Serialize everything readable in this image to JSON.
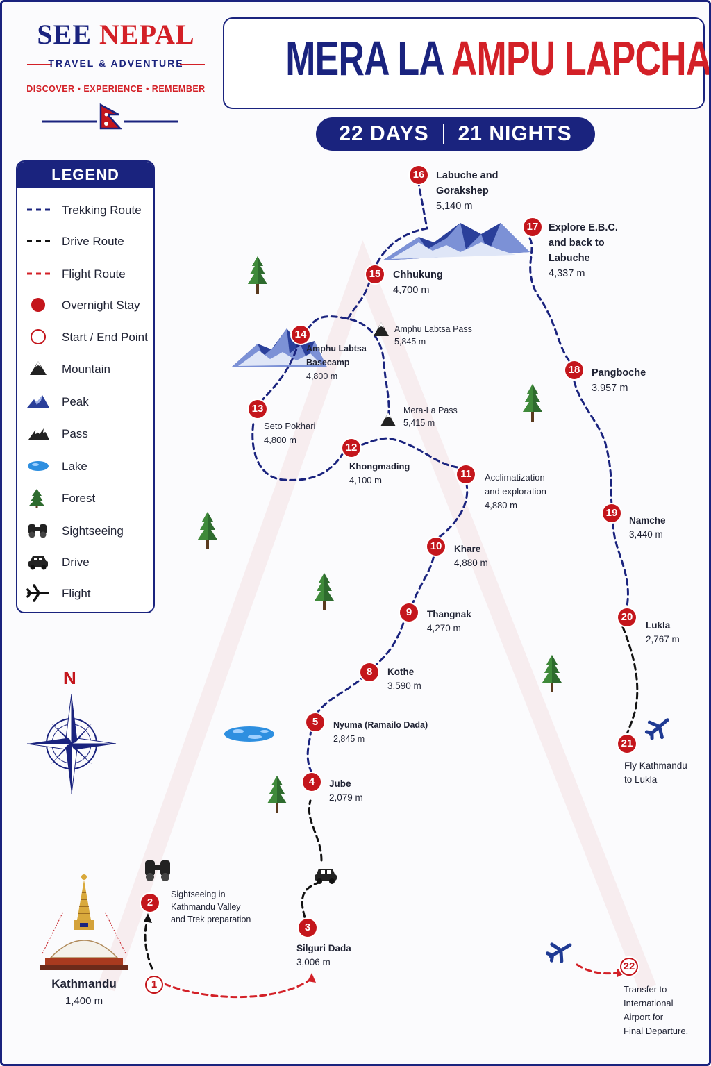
{
  "brand": {
    "name_part1": "SEE ",
    "name_part2": "NEPAL",
    "subtitle": "TRAVEL & ADVENTURE",
    "tagline": "DISCOVER • EXPERIENCE • REMEMBER"
  },
  "title": {
    "part1": "MERA LA ",
    "part2": "AMPU LAPCHA PASS TREK"
  },
  "duration": {
    "days": "22 DAYS",
    "nights": "21 NIGHTS"
  },
  "legend": {
    "heading": "LEGEND",
    "items": [
      {
        "label": "Trekking Route",
        "icon": "trekking-route-line"
      },
      {
        "label": "Drive Route",
        "icon": "drive-route-line"
      },
      {
        "label": "Flight Route",
        "icon": "flight-route-line"
      },
      {
        "label": "Overnight Stay",
        "icon": "overnight-stay-dot"
      },
      {
        "label": "Start / End Point",
        "icon": "start-end-circle"
      },
      {
        "label": "Mountain",
        "icon": "mountain-icon"
      },
      {
        "label": "Peak",
        "icon": "peak-icon"
      },
      {
        "label": "Pass",
        "icon": "pass-icon"
      },
      {
        "label": "Lake",
        "icon": "lake-icon"
      },
      {
        "label": "Forest",
        "icon": "forest-icon"
      },
      {
        "label": "Sightseeing",
        "icon": "binoculars-icon"
      },
      {
        "label": "Drive",
        "icon": "car-icon"
      },
      {
        "label": "Flight",
        "icon": "airplane-icon"
      }
    ]
  },
  "compass": {
    "north": "N"
  },
  "kathmandu": {
    "name": "Kathmandu",
    "altitude": "1,400 m"
  },
  "stops": [
    {
      "num": "1",
      "type": "start"
    },
    {
      "num": "2",
      "line1": "Sightseeing in",
      "line2": "Kathmandu Valley",
      "line3": "and Trek preparation"
    },
    {
      "num": "3",
      "name": "Silguri Dada",
      "altitude": "3,006 m"
    },
    {
      "num": "4",
      "name": "Jube",
      "altitude": "2,079 m"
    },
    {
      "num": "5",
      "name": "Nyuma (Ramailo Dada)",
      "altitude": "2,845 m"
    },
    {
      "num": "8",
      "name": "Kothe",
      "altitude": "3,590 m"
    },
    {
      "num": "9",
      "name": "Thangnak",
      "altitude": "4,270 m"
    },
    {
      "num": "10",
      "name": "Khare",
      "altitude": "4,880 m"
    },
    {
      "num": "11",
      "line1": "Acclimatization",
      "line2": "and exploration",
      "altitude": "4,880 m"
    },
    {
      "num": "12",
      "name": "Khongmading",
      "altitude": "4,100 m"
    },
    {
      "num": "13",
      "name": "Seto Pokhari",
      "altitude": "4,800 m"
    },
    {
      "num": "14",
      "line1": "Amphu Labtsa",
      "line2": "Basecamp",
      "altitude": "4,800 m"
    },
    {
      "num": "15",
      "name": "Chhukung",
      "altitude": "4,700 m"
    },
    {
      "num": "16",
      "line1": "Labuche and",
      "line2": "Gorakshep",
      "altitude": "5,140 m"
    },
    {
      "num": "17",
      "line1": "Explore E.B.C.",
      "line2": "and back to",
      "line3": "Labuche",
      "altitude": "4,337 m"
    },
    {
      "num": "18",
      "name": "Pangboche",
      "altitude": "3,957 m"
    },
    {
      "num": "19",
      "name": "Namche",
      "altitude": "3,440 m"
    },
    {
      "num": "20",
      "name": "Lukla",
      "altitude": "2,767 m"
    },
    {
      "num": "21",
      "line1": "Fly Kathmandu",
      "line2": "to Lukla"
    },
    {
      "num": "22",
      "type": "end",
      "line1": "Transfer to",
      "line2": "International",
      "line3": "Airport for",
      "line4": "Final Departure."
    }
  ],
  "passes": [
    {
      "name": "Amphu Labtsa Pass",
      "altitude": "5,845 m"
    },
    {
      "name": "Mera-La Pass",
      "altitude": "5,415 m"
    }
  ],
  "colors": {
    "navy": "#1a237e",
    "red": "#d32027",
    "trek_route": "#1a237e",
    "drive_route": "#111111",
    "flight_route": "#d32027",
    "forest": "#2e6b2e"
  }
}
